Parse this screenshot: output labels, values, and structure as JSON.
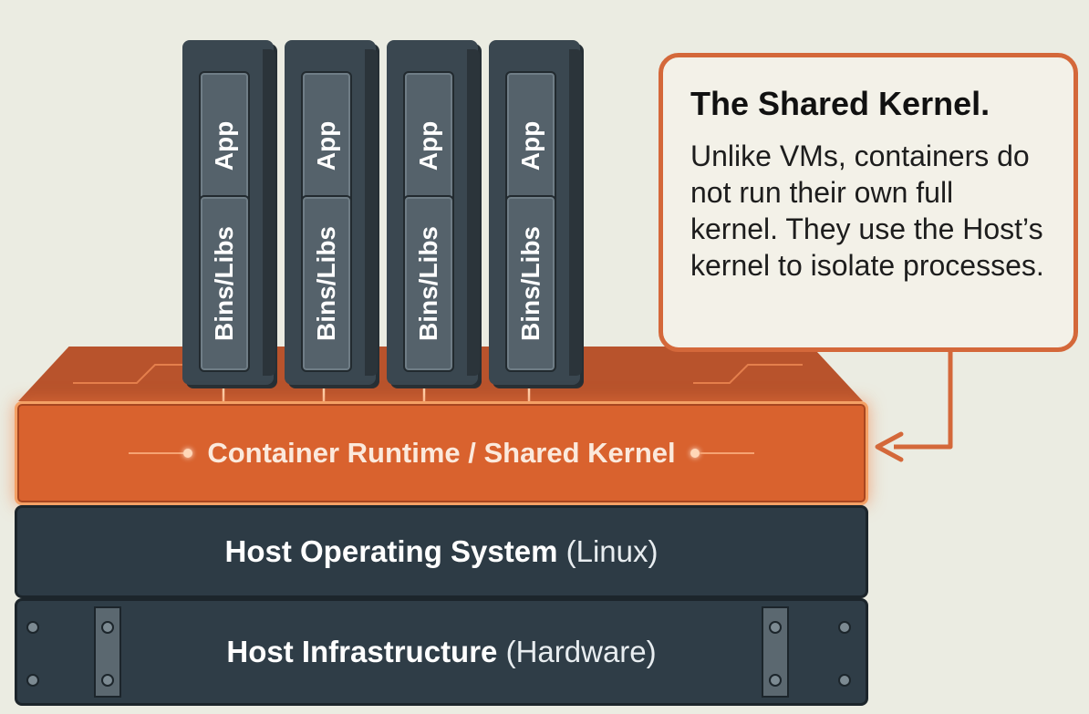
{
  "containers": [
    {
      "app_label": "App",
      "libs_label": "Bins/Libs"
    },
    {
      "app_label": "App",
      "libs_label": "Bins/Libs"
    },
    {
      "app_label": "App",
      "libs_label": "Bins/Libs"
    },
    {
      "app_label": "App",
      "libs_label": "Bins/Libs"
    }
  ],
  "layers": {
    "kernel": {
      "label": "Container Runtime / Shared Kernel"
    },
    "host_os": {
      "label": "Host Operating System",
      "detail": "(Linux)"
    },
    "infrastructure": {
      "label": "Host Infrastructure",
      "detail": "(Hardware)"
    }
  },
  "callout": {
    "title": "The Shared Kernel.",
    "body": "Unlike VMs, containers do not run their own full kernel. They use the Host’s kernel to isolate processes."
  },
  "colors": {
    "kernel": "#d9622e",
    "callout_border": "#d4683a",
    "container": "#3a4750",
    "layer_dark": "#2d3b45",
    "background": "#ebece2"
  }
}
